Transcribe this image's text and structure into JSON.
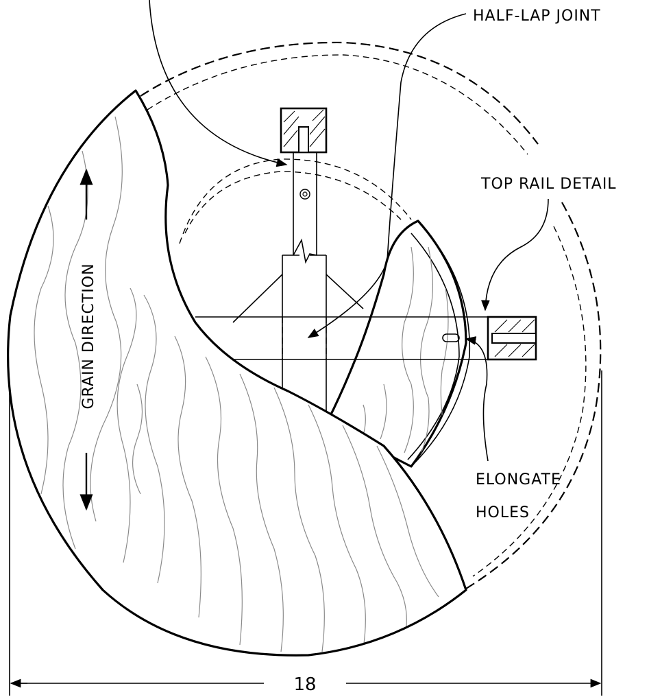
{
  "labels": {
    "half_lap_joint": "HALF-LAP JOINT",
    "top_rail_detail": "TOP RAIL DETAIL",
    "grain_direction": "GRAIN DIRECTION",
    "elongate": "ELONGATE",
    "holes": "HOLES",
    "dimension": "18"
  }
}
